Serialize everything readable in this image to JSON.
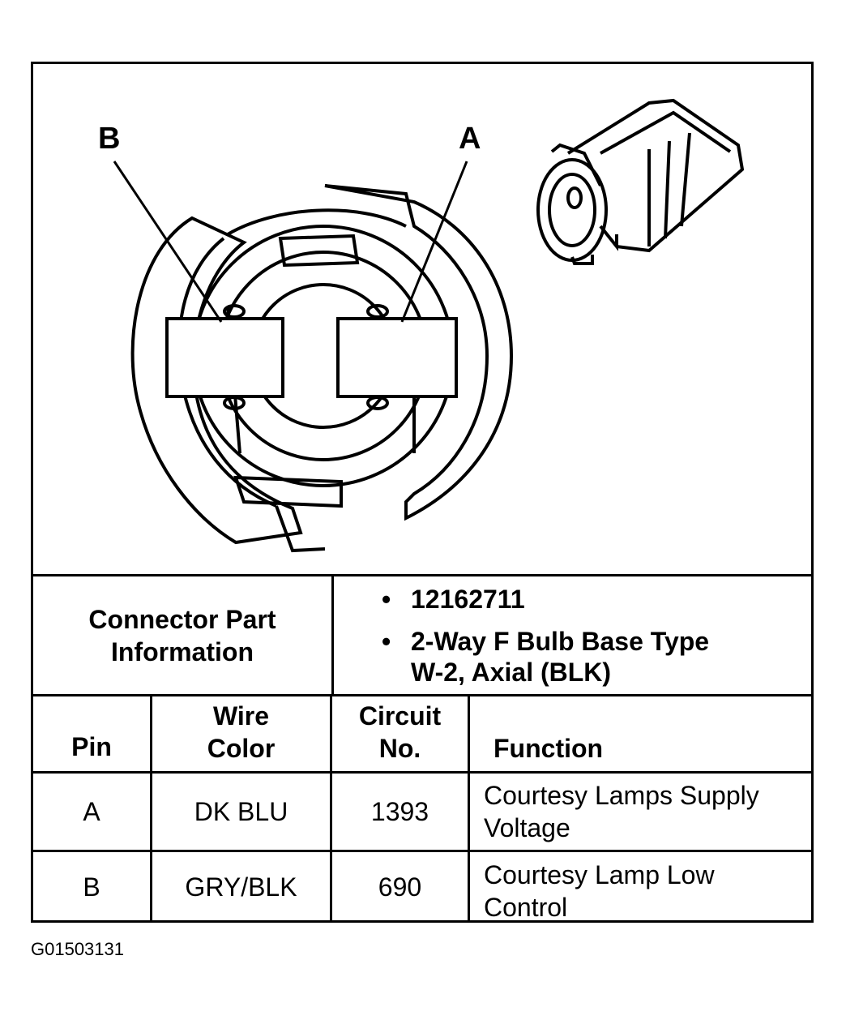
{
  "diagram": {
    "pin_labels": [
      "B",
      "A"
    ]
  },
  "info": {
    "label": "Connector Part Information",
    "label_line1": "Connector Part",
    "label_line2": "Information",
    "part_number": "12162711",
    "description_line1": "2-Way F Bulb Base Type",
    "description_line2": "W-2, Axial (BLK)"
  },
  "table": {
    "headers": {
      "pin": "Pin",
      "wire_color_line1": "Wire",
      "wire_color_line2": "Color",
      "circuit_line1": "Circuit",
      "circuit_line2": "No.",
      "function": "Function"
    },
    "rows": [
      {
        "pin": "A",
        "wire_color": "DK BLU",
        "circuit": "1393",
        "function_line1": "Courtesy Lamps Supply",
        "function_line2": "Voltage"
      },
      {
        "pin": "B",
        "wire_color": "GRY/BLK",
        "circuit": "690",
        "function_line1": "Courtesy Lamp Low",
        "function_line2": "Control"
      }
    ]
  },
  "figure_id": "G01503131"
}
